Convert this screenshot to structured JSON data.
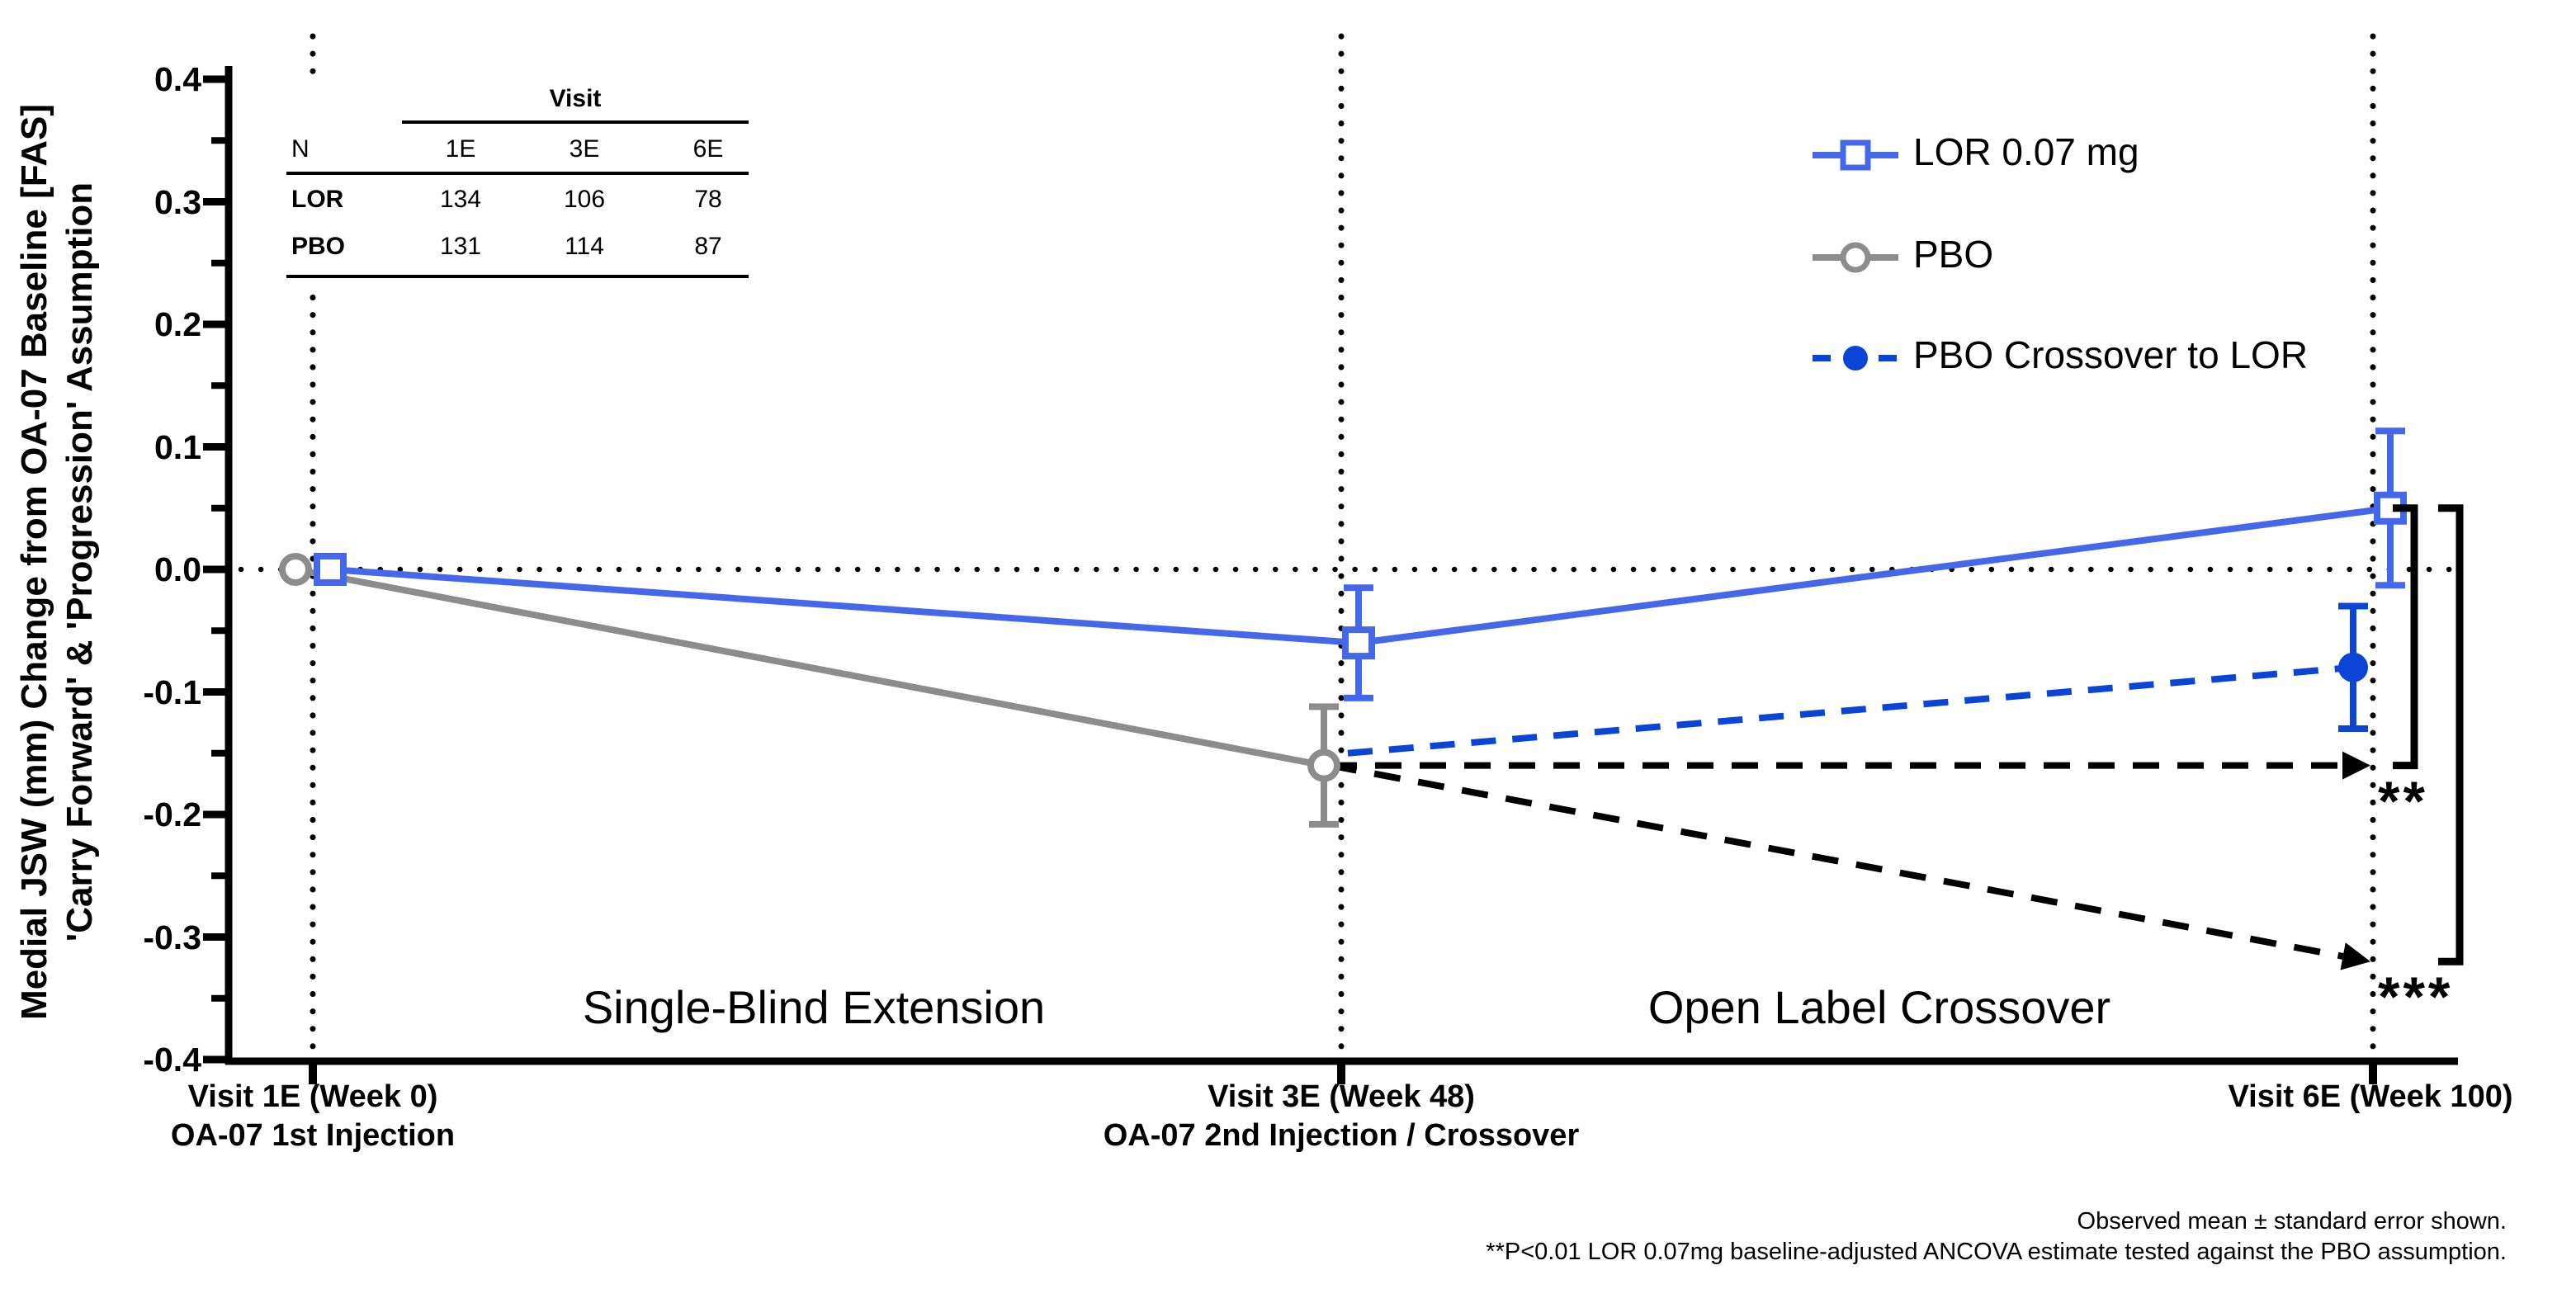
{
  "chart_data": {
    "type": "line",
    "title": "",
    "ylabel_lines": [
      "Medial JSW (mm) Change from OA-07 Baseline [FAS]",
      "'Carry Forward' & 'Progression' Assumption"
    ],
    "ylim": [
      -0.4,
      0.4
    ],
    "yticks": [
      0.4,
      0.3,
      0.2,
      0.1,
      0.0,
      -0.1,
      -0.2,
      -0.3,
      -0.4
    ],
    "ytick_labels": [
      "0.4",
      "0.3",
      "0.2",
      "0.1",
      "0.0",
      "-0.1",
      "-0.2",
      "-0.3",
      "-0.4"
    ],
    "yminor_ticks": [
      0.35,
      0.25,
      0.15,
      0.05,
      -0.05,
      -0.15,
      -0.25,
      -0.35
    ],
    "grid": "dotted zero line and dotted vertical line at each visit",
    "legend_position": "top-right",
    "x_categories": [
      {
        "line1": "Visit 1E (Week 0)",
        "line2": "OA-07 1st Injection"
      },
      {
        "line1": "Visit 3E (Week 48)",
        "line2": "OA-07 2nd Injection / Crossover"
      },
      {
        "line1": "Visit 6E (Week 100)",
        "line2": ""
      }
    ],
    "series": [
      {
        "name": "LOR 0.07 mg",
        "color": "#4468e8",
        "marker": "open-square",
        "line_style": "solid",
        "points": [
          {
            "x": 0,
            "y": 0.0,
            "se": null,
            "dx": 21
          },
          {
            "x": 1,
            "y": -0.06,
            "se": 0.045,
            "dx": 21
          },
          {
            "x": 2,
            "y": 0.05,
            "se": 0.063,
            "dx": 21
          }
        ]
      },
      {
        "name": "PBO",
        "color": "#8c8c8c",
        "marker": "open-circle",
        "line_style": "solid",
        "points": [
          {
            "x": 0,
            "y": 0.0,
            "se": null,
            "dx": -21
          },
          {
            "x": 1,
            "y": -0.16,
            "se": 0.048,
            "dx": -21
          }
        ]
      },
      {
        "name": "PBO Crossover to LOR",
        "color": "#0b45d6",
        "marker": "filled-circle",
        "line_style": "dashed",
        "points": [
          {
            "x": 1,
            "y": -0.15,
            "se": null,
            "dx": 8,
            "show_marker": false
          },
          {
            "x": 2,
            "y": -0.08,
            "se": 0.05,
            "dx": -24
          }
        ]
      }
    ],
    "assumption_lines": [
      {
        "name": "PBO carry-forward assumption",
        "color": "#000000",
        "style": "dashed-arrow",
        "from": {
          "x": 1,
          "y": -0.16
        },
        "to": {
          "x": 2,
          "y": -0.16
        }
      },
      {
        "name": "PBO progression assumption",
        "color": "#000000",
        "style": "dashed-arrow",
        "from": {
          "x": 1,
          "y": -0.16
        },
        "to": {
          "x": 2,
          "y": -0.32
        }
      }
    ],
    "significance": [
      {
        "label": "**",
        "y_top": 0.05,
        "y_bottom": -0.16,
        "tier": 0
      },
      {
        "label": "***",
        "y_top": 0.05,
        "y_bottom": -0.32,
        "tier": 1
      }
    ]
  },
  "ntable": {
    "visit_header": "Visit",
    "col_headers": [
      "N",
      "1E",
      "3E",
      "6E"
    ],
    "rows": [
      {
        "label": "LOR",
        "values": [
          "134",
          "106",
          "78"
        ]
      },
      {
        "label": "PBO",
        "values": [
          "131",
          "114",
          "87"
        ]
      }
    ]
  },
  "legend": {
    "items": [
      {
        "label": "LOR 0.07 mg"
      },
      {
        "label": "PBO"
      },
      {
        "label": "PBO Crossover to LOR"
      }
    ]
  },
  "phases": {
    "left": "Single-Blind Extension",
    "right": "Open Label Crossover"
  },
  "footnotes": {
    "line1": "Observed mean ± standard error shown.",
    "line2": "**P<0.01 LOR 0.07mg baseline-adjusted ANCOVA estimate tested against the PBO assumption."
  }
}
